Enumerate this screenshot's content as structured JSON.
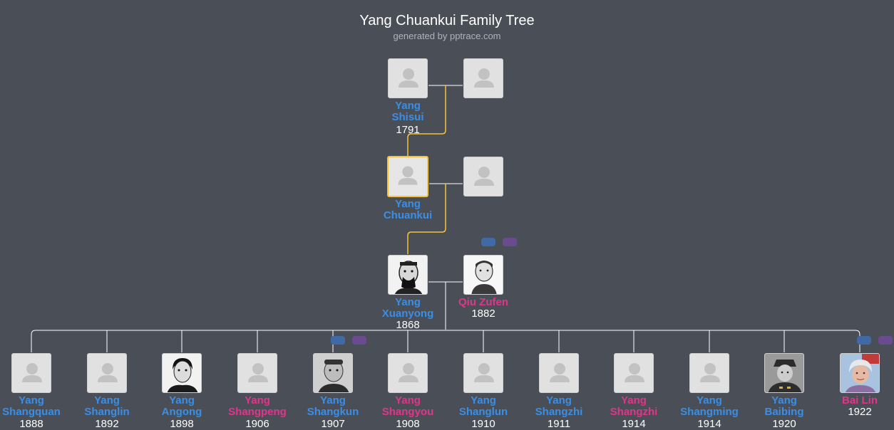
{
  "header": {
    "title": "Yang Chuankui Family Tree",
    "subtitle": "generated by pptrace.com"
  },
  "people": {
    "shisui": {
      "first": "Yang",
      "last": "Shisui",
      "year": "1791"
    },
    "chuankui": {
      "first": "Yang",
      "last": "Chuankui",
      "year": ""
    },
    "xuanyong": {
      "first": "Yang",
      "last": "Xuanyong",
      "year": "1868"
    },
    "zufen": {
      "name": "Qiu Zufen",
      "year": "1882"
    }
  },
  "children": [
    {
      "first": "Yang",
      "last": "Shangquan",
      "year": "1888",
      "gender": "male"
    },
    {
      "first": "Yang",
      "last": "Shanglin",
      "year": "1892",
      "gender": "male"
    },
    {
      "first": "Yang",
      "last": "Angong",
      "year": "1898",
      "gender": "male"
    },
    {
      "first": "Yang",
      "last": "Shangpeng",
      "year": "1906",
      "gender": "female"
    },
    {
      "first": "Yang",
      "last": "Shangkun",
      "year": "1907",
      "gender": "male"
    },
    {
      "first": "Yang",
      "last": "Shangyou",
      "year": "1908",
      "gender": "female"
    },
    {
      "first": "Yang",
      "last": "Shanglun",
      "year": "1910",
      "gender": "male"
    },
    {
      "first": "Yang",
      "last": "Shangzhi",
      "year": "1911",
      "gender": "male"
    },
    {
      "first": "Yang",
      "last": "Shangzhi",
      "year": "1914",
      "gender": "female"
    },
    {
      "first": "Yang",
      "last": "Shangming",
      "year": "1914",
      "gender": "male"
    },
    {
      "first": "Yang",
      "last": "Baibing",
      "year": "1920",
      "gender": "male"
    },
    {
      "first": "Bai Lin",
      "last": "",
      "year": "1922",
      "gender": "female"
    }
  ],
  "icons": {
    "placeholder": "person-placeholder-icon",
    "badge_blue": "#3f6aa6",
    "badge_purple": "#6a4b90"
  },
  "colors": {
    "background": "#4a4f57",
    "male": "#3a8ee6",
    "female": "#e0358a",
    "lineage": "#f5c33b",
    "connector": "#ffffff"
  }
}
